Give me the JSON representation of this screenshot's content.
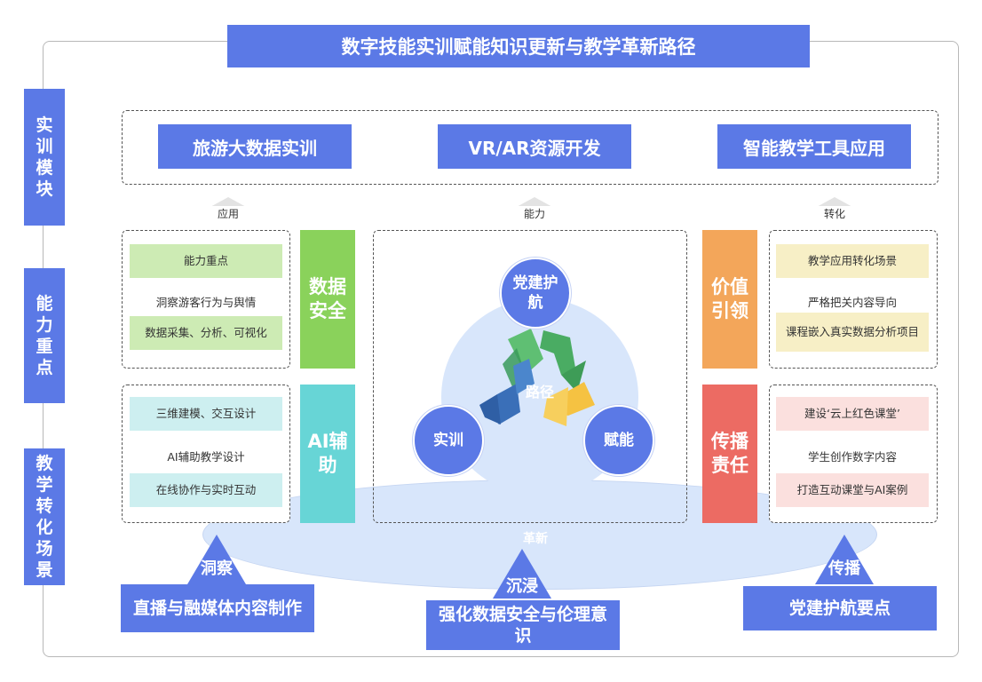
{
  "title": "数字技能实训赋能知识更新与教学革新路径",
  "row_labels": [
    "实训模块",
    "能力重点",
    "教学转化场景"
  ],
  "modules": [
    "旅游大数据实训",
    "VR/AR资源开发",
    "智能教学工具应用"
  ],
  "arrow_labels": [
    "应用",
    "能力",
    "转化"
  ],
  "left_top": {
    "pill1": "能力重点",
    "text": "洞察游客行为与舆情",
    "pill2": "数据采集、分析、可视化"
  },
  "left_bottom": {
    "pill1": "三维建模、交互设计",
    "text": "AI辅助教学设计",
    "pill2": "在线协作与实时互动"
  },
  "right_top": {
    "pill1": "教学应用转化场景",
    "text": "严格把关内容导向",
    "pill2": "课程嵌入真实数据分析项目"
  },
  "right_bottom": {
    "pill1": "建设‘云上红色课堂’",
    "text": "学生创作数字内容",
    "pill2": "打造互动课堂与AI案例"
  },
  "bars": {
    "data_security": "数据安全",
    "ai_assist": "AI辅助",
    "value_lead": "价值引领",
    "spread_duty": "传播责任"
  },
  "center": {
    "top": "党建护航",
    "left": "实训",
    "right": "赋能",
    "middle": "路径",
    "ellipse": "革新"
  },
  "triangles": [
    "洞察",
    "沉浸",
    "传播"
  ],
  "bottom_boxes": [
    "直播与融媒体内容制作",
    "强化数据安全与伦理意识",
    "党建护航要点"
  ],
  "colors": {
    "primary": "#5b79e6",
    "green_bar": "#8ad25b",
    "cyan_bar": "#67d5d6",
    "orange_bar": "#f3a65a",
    "red_bar": "#ec6b63"
  }
}
